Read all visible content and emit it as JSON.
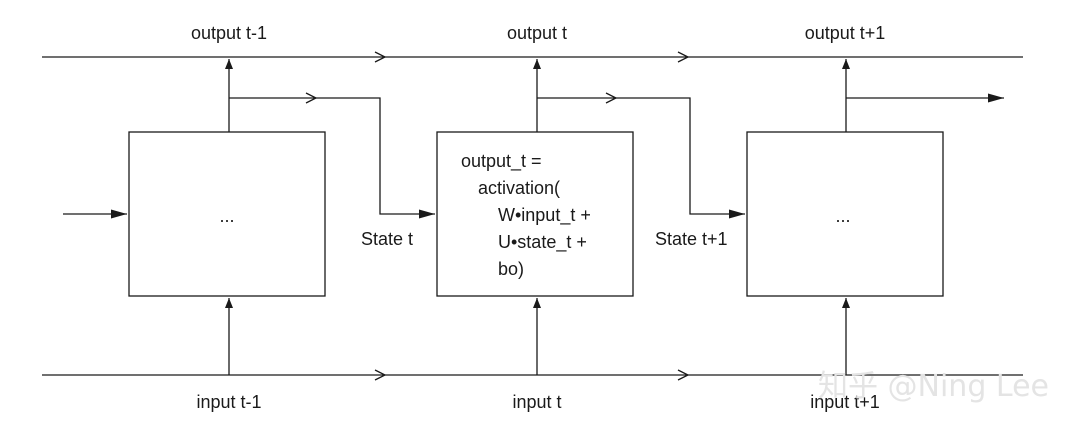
{
  "labels": {
    "output_prev": "output t-1",
    "output_curr": "output t",
    "output_next": "output t+1",
    "input_prev": "input t-1",
    "input_curr": "input t",
    "input_next": "input t+1",
    "state_curr": "State t",
    "state_next": "State t+1"
  },
  "cells": {
    "left": "...",
    "middle": [
      "output_t =",
      "activation(",
      "W•input_t +",
      "U•state_t +",
      "bo)"
    ],
    "right": "..."
  },
  "watermark": "知乎 @Ning Lee"
}
